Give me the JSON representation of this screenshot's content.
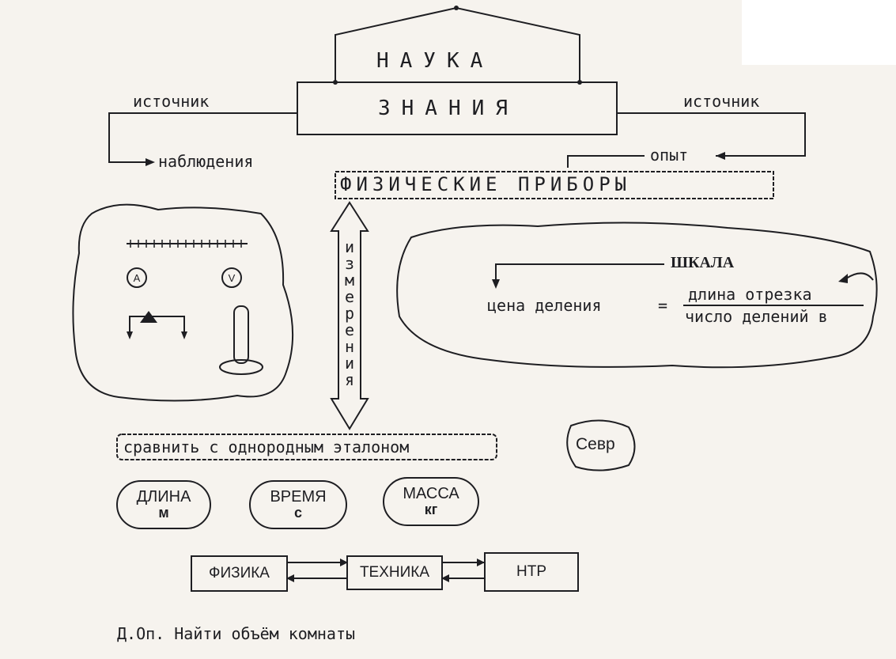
{
  "roof_label": "НАУКА",
  "foundation_label": "ЗНАНИЯ",
  "left_source_label": "источник",
  "left_target_label": "наблюдения",
  "right_source_label": "источник",
  "right_target_label": "опыт",
  "instruments_label": "ФИЗИЧЕСКИЕ ПРИБОРЫ",
  "measurement_letters": [
    "и",
    "з",
    "м",
    "е",
    "р",
    "е",
    "н",
    "и",
    "я"
  ],
  "ammeter_letter": "A",
  "voltmeter_letter": "V",
  "scale_label": "ШКАЛА",
  "division_value_label": "цена деления",
  "equals_sign": "=",
  "numerator": "длина отрезка",
  "denominator": "число делений в",
  "compare_label": "сравнить с однородным эталоном",
  "sevres_label": "Севр",
  "quantities": [
    {
      "name": "ДЛИНА",
      "unit": "м"
    },
    {
      "name": "ВРЕМЯ",
      "unit": "с"
    },
    {
      "name": "МАССА",
      "unit": "кг"
    }
  ],
  "chain": [
    "ФИЗИКА",
    "ТЕХНИКА",
    "НТР"
  ],
  "homework": "Д.Оп. Найти объём комнаты"
}
